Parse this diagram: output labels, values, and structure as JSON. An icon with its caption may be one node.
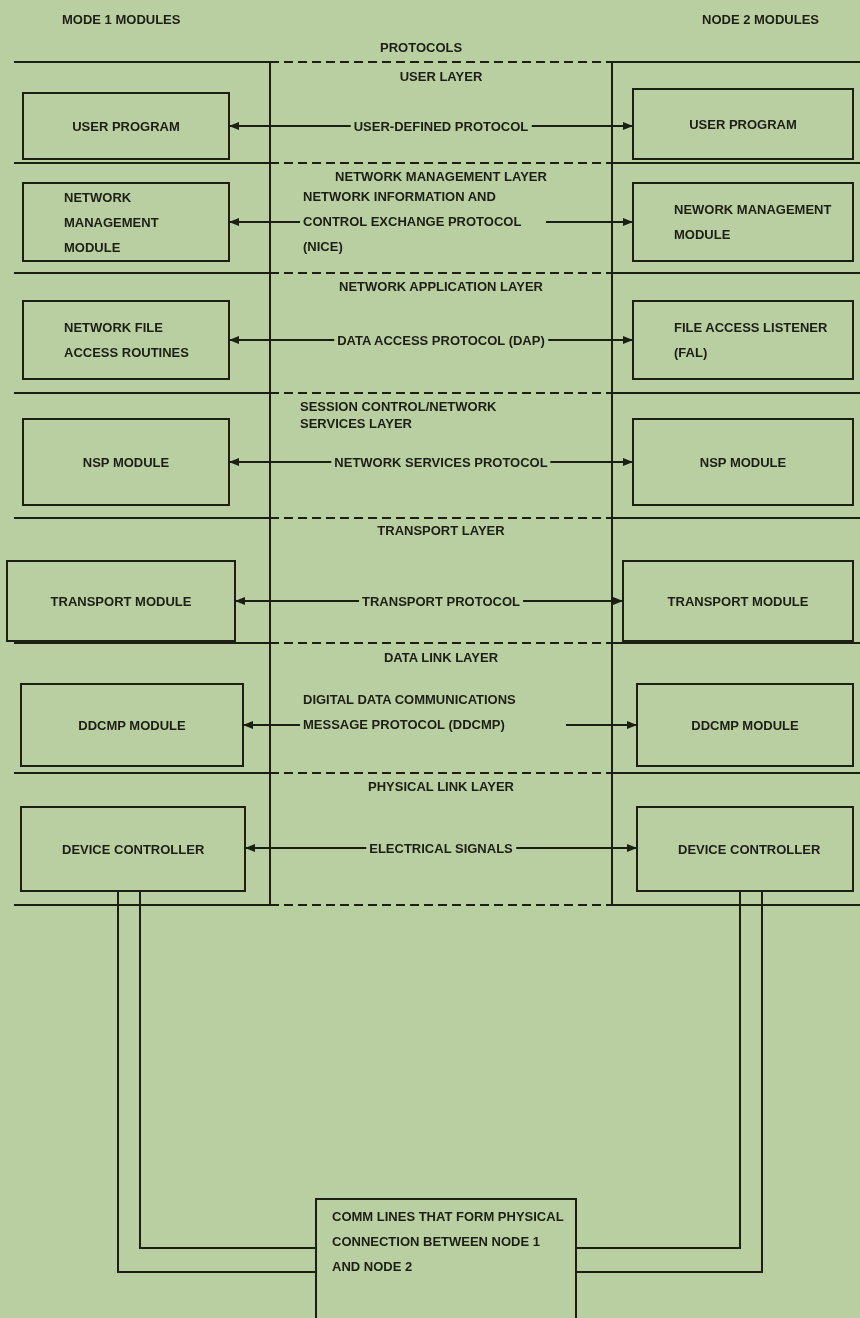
{
  "diagram": {
    "nodes": [
      {
        "text": [
          "USER PROGRAM"
        ]
      },
      {
        "text": [
          "USER PROGRAM"
        ]
      },
      {
        "text": [
          "NETWORK MANAGEMENT MODULE"
        ]
      },
      {
        "text": [
          "NEWORK MANAGEMENT MODULE"
        ]
      },
      {
        "text": [
          "NETWORK FILE ACCESS ROUTINES"
        ]
      },
      {
        "text": [
          "FILE ACCESS LISTENER (FAL)"
        ]
      },
      {
        "text": [
          "NSP MODULE"
        ]
      },
      {
        "text": [
          "NSP MODULE"
        ]
      },
      {
        "text": [
          "TRANSPORT MODULE"
        ]
      },
      {
        "text": [
          "TRANSPORT MODULE"
        ]
      },
      {
        "text": [
          "DDCMP MODULE"
        ]
      },
      {
        "text": [
          "DDCMP MODULE"
        ]
      },
      {
        "text": [
          "DEVICE CONTROLLER"
        ]
      },
      {
        "text": [
          "DEVICE CONTROLLER"
        ]
      },
      {
        "text": [
          "COMM LINES THAT FORM PHYSICAL CONNECTION BETWEEN NODE 1 AND NODE 2"
        ]
      }
    ],
    "edges": [
      {
        "from": 0,
        "to": 1,
        "arrow": "both",
        "label": "USER-DEFINED PROTOCOL"
      },
      {
        "from": 2,
        "to": 3,
        "arrow": "both",
        "label": "NETWORK INFORMATION AND CONTROL EXCHANGE PROTOCOL (NICE)"
      },
      {
        "from": 4,
        "to": 5,
        "arrow": "both",
        "label": "DATA ACCESS PROTOCOL (DAP)"
      },
      {
        "from": 6,
        "to": 7,
        "arrow": "both",
        "label": "NETWORK SERVICES PROTOCOL"
      },
      {
        "from": 8,
        "to": 9,
        "arrow": "both",
        "label": "TRANSPORT PROTOCOL"
      },
      {
        "from": 10,
        "to": 11,
        "arrow": "both",
        "label": "DIGITAL DATA COMMUNICATIONS MESSAGE PROTOCOL (DDCMP)"
      },
      {
        "from": 12,
        "to": 13,
        "arrow": "both",
        "label": "ELECTRICAL SIGNALS"
      },
      {
        "from": 12,
        "to": 14,
        "arrow": "none"
      },
      {
        "from": 13,
        "to": 14,
        "arrow": "none"
      }
    ],
    "labels": [
      "MODE 1 MODULES",
      "PROTOCOLS",
      "NODE 2 MODULES",
      "USER LAYER",
      "NETWORK MANAGEMENT LAYER",
      "NETWORK APPLICATION LAYER",
      "SESSION CONTROL/NETWORK SERVICES LAYER",
      "TRANSPORT LAYER",
      "DATA LINK LAYER",
      "PHYSICAL LINK LAYER"
    ]
  }
}
